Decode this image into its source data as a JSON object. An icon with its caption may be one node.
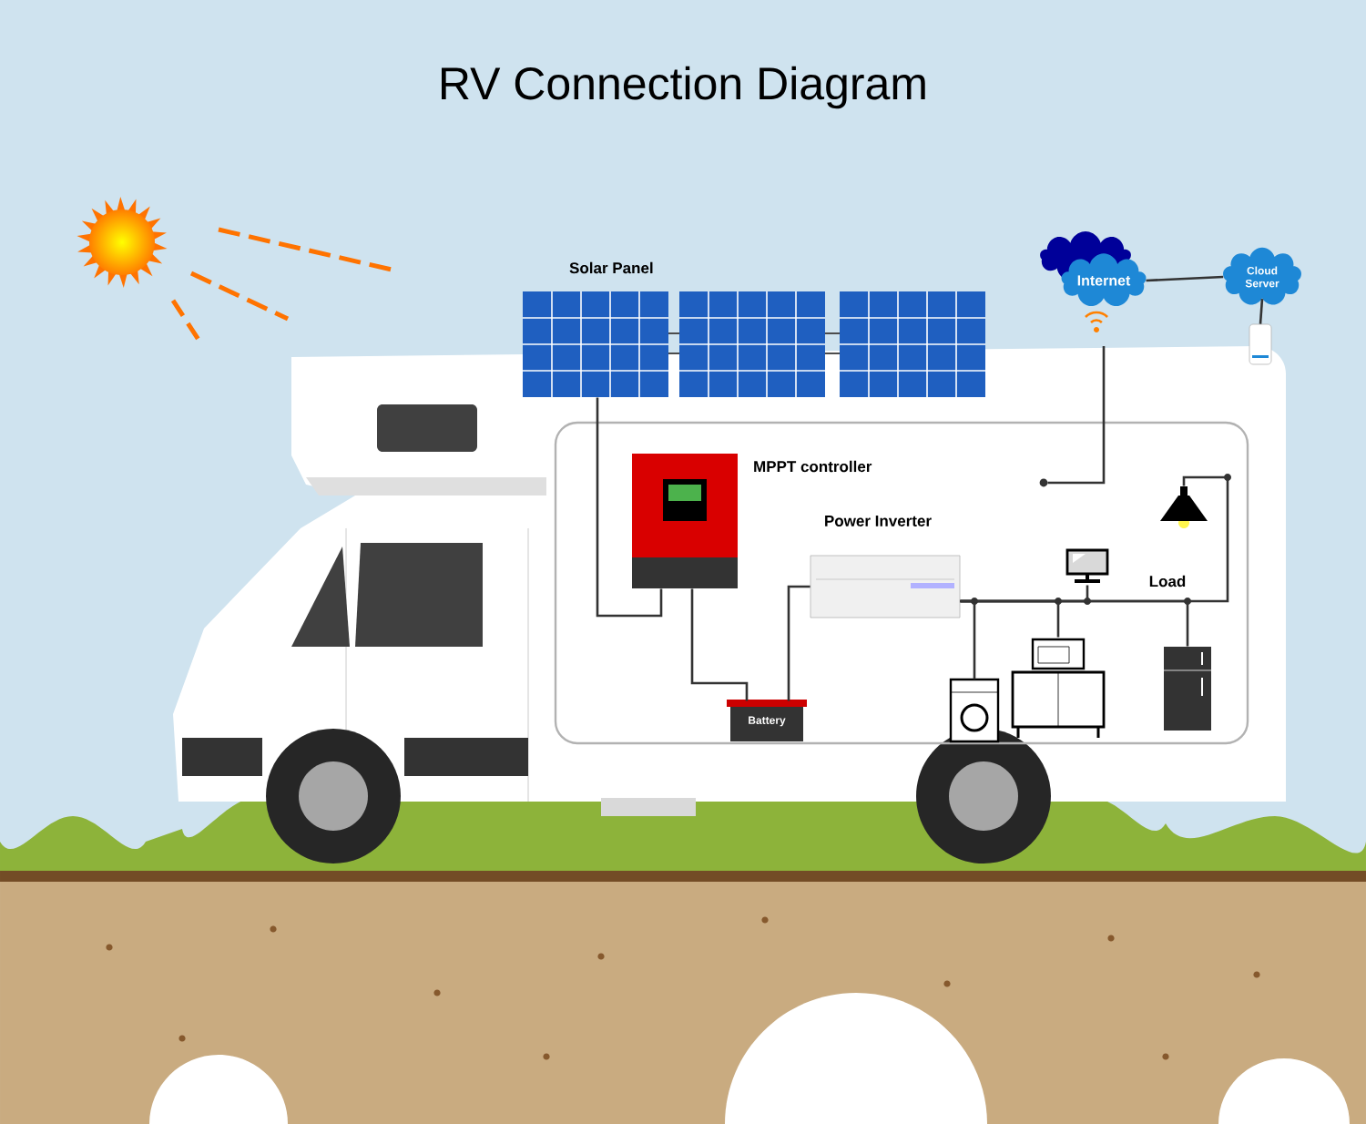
{
  "diagram": {
    "title": "RV Connection Diagram",
    "nodes": [
      {
        "text": [
          "Solar Panel"
        ]
      },
      {
        "text": [
          "MPPT controller"
        ]
      },
      {
        "text": [
          "Power Inverter"
        ]
      },
      {
        "text": [
          "Battery"
        ]
      },
      {
        "text": [
          "Internet"
        ]
      },
      {
        "text": [
          "Cloud Server"
        ]
      },
      {
        "text": [],
        "shape": "picture"
      },
      {
        "text": [],
        "shape": "picture"
      },
      {
        "text": [],
        "shape": "picture"
      },
      {
        "text": [],
        "shape": "picture"
      },
      {
        "text": [],
        "shape": "picture"
      },
      {
        "text": [],
        "shape": "picture"
      },
      {
        "text": [],
        "shape": "circle"
      }
    ],
    "edges": [
      {
        "from": 0,
        "to": 1,
        "arrow": "none"
      },
      {
        "from": 1,
        "to": 3,
        "arrow": "none"
      },
      {
        "from": 3,
        "to": 2,
        "arrow": "none"
      },
      {
        "from": 2,
        "to": 9,
        "arrow": "none"
      },
      {
        "from": 2,
        "to": 10,
        "arrow": "none"
      },
      {
        "from": 2,
        "to": 8,
        "arrow": "none"
      },
      {
        "from": 2,
        "to": 11,
        "arrow": "none"
      },
      {
        "from": 2,
        "to": 7,
        "arrow": "none"
      },
      {
        "from": 4,
        "to": 5,
        "arrow": "none"
      },
      {
        "from": 5,
        "to": 6,
        "arrow": "none"
      },
      {
        "from": 4,
        "to": 12,
        "arrow": "none"
      }
    ],
    "labels": [
      "Load"
    ]
  }
}
